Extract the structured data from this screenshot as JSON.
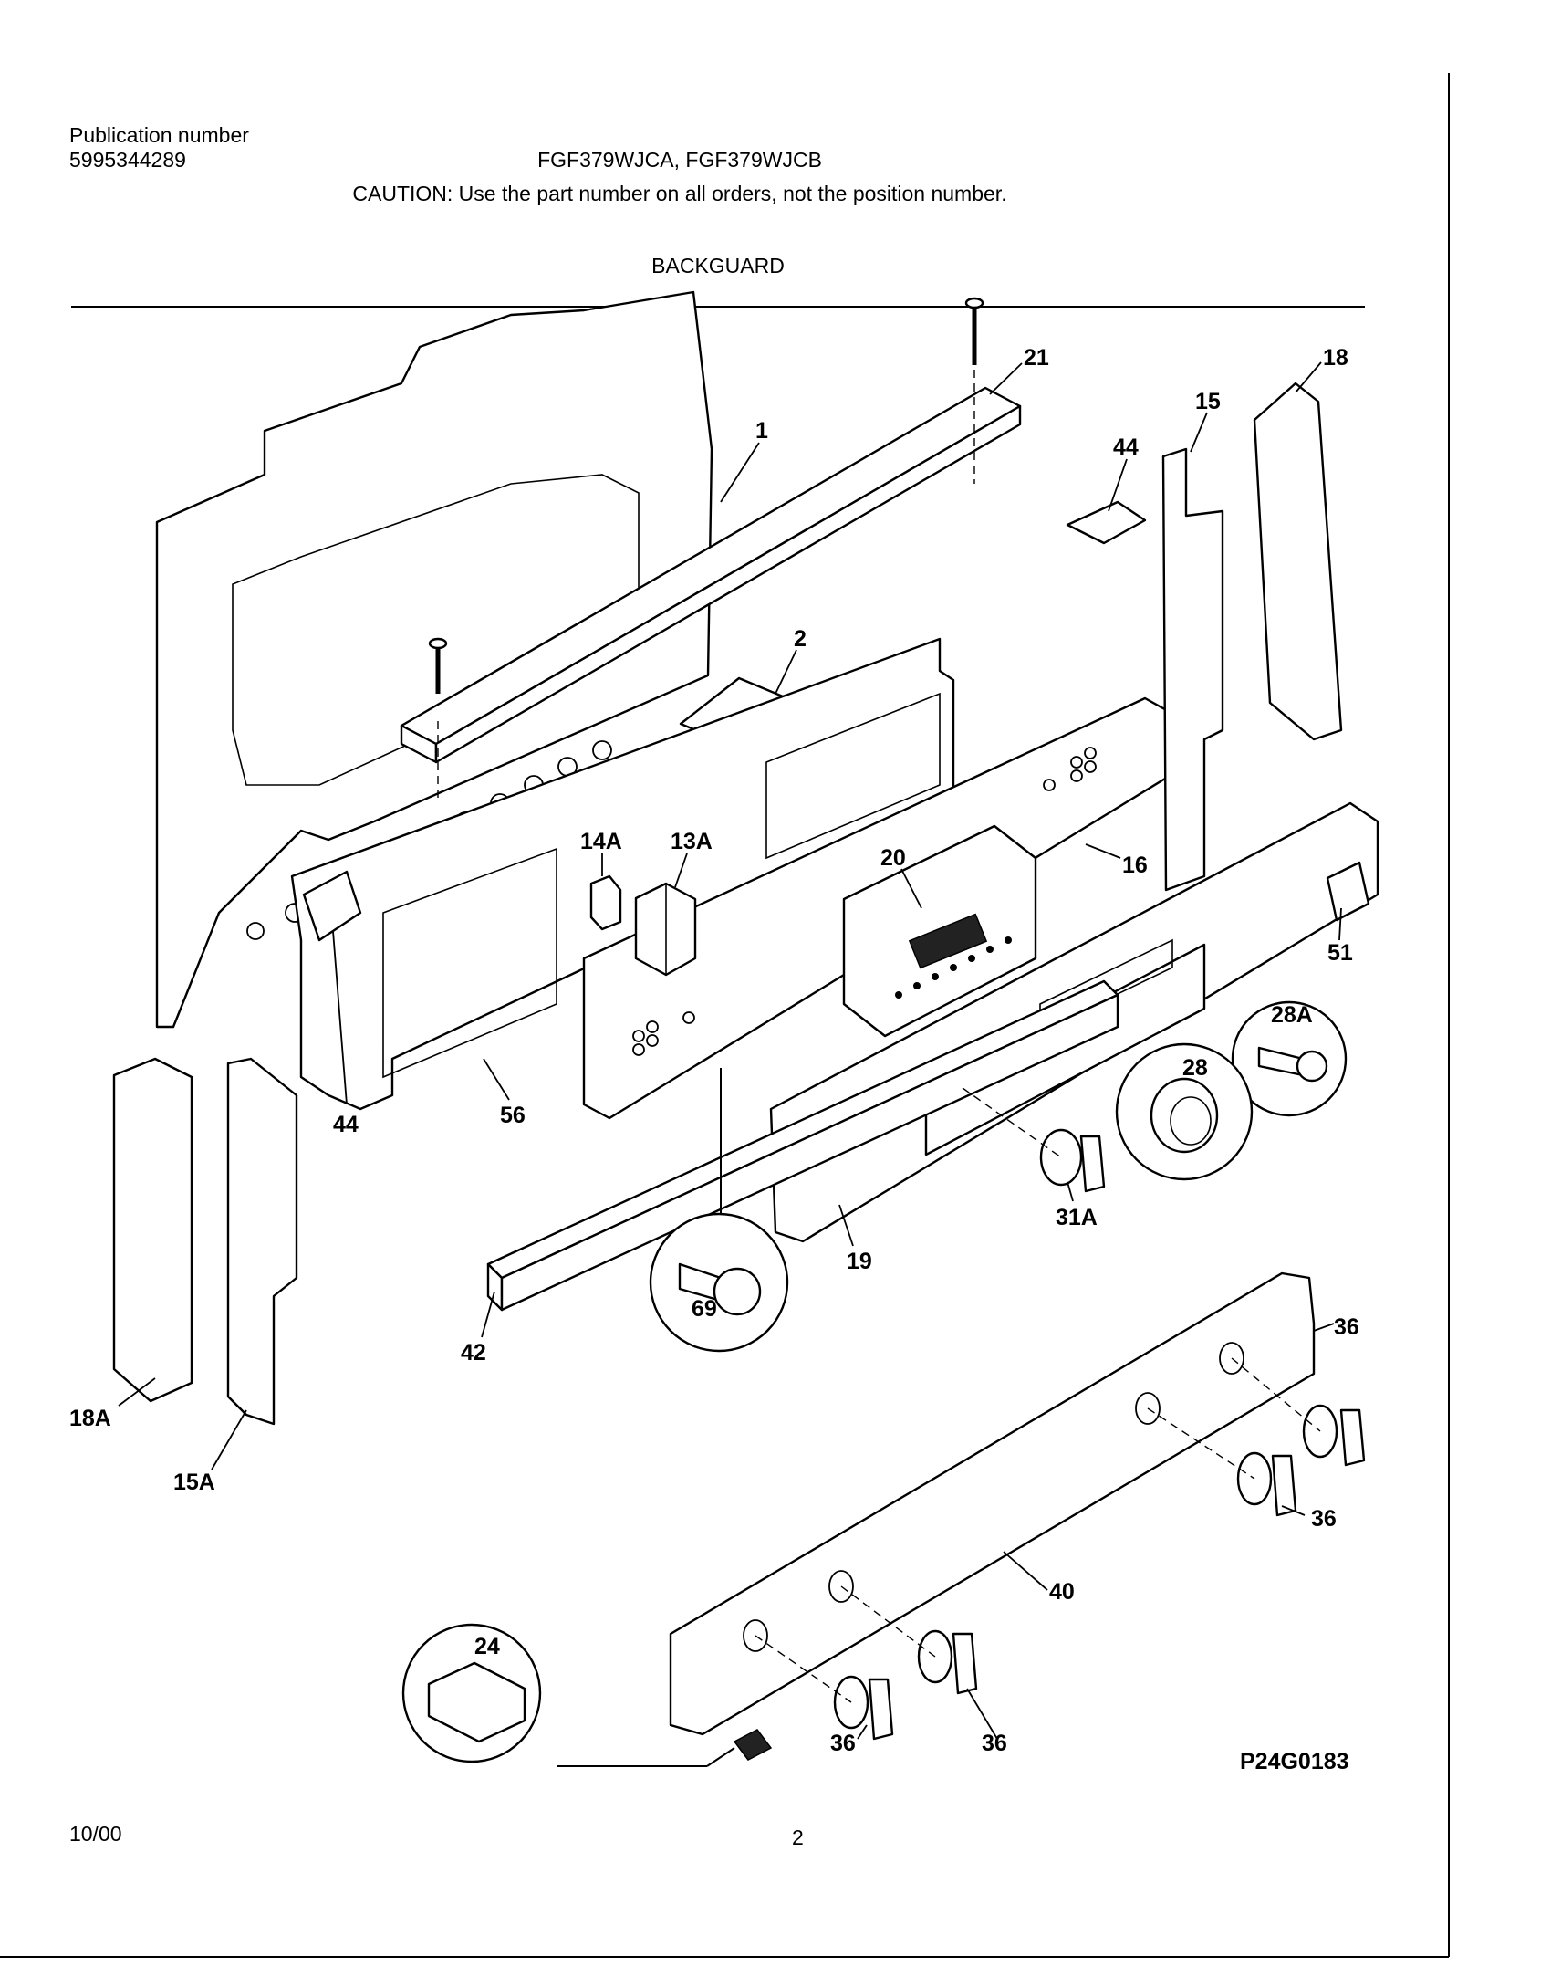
{
  "header": {
    "publication_label": "Publication number",
    "publication_number": "5995344289",
    "models": "FGF379WJCA, FGF379WJCB",
    "caution": "CAUTION:  Use the part number on all orders, not the position number.",
    "section_title": "BACKGUARD"
  },
  "diagram": {
    "drawing_number": "P24G0183",
    "callouts": [
      "1",
      "2",
      "13A",
      "14A",
      "15",
      "15A",
      "16",
      "18",
      "18A",
      "19",
      "20",
      "21",
      "24",
      "28",
      "28A",
      "31A",
      "36",
      "40",
      "42",
      "44",
      "51",
      "56",
      "69"
    ]
  },
  "footer": {
    "date": "10/00",
    "page_number": "2"
  }
}
